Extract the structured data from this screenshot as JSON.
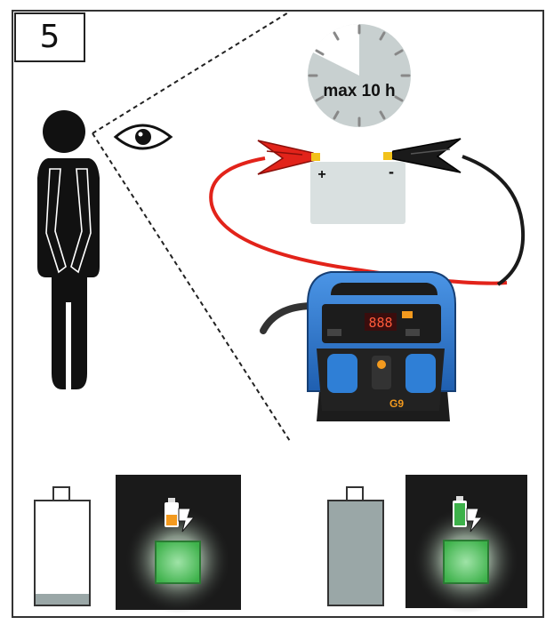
{
  "step": {
    "number": "5"
  },
  "timer": {
    "label": "max 10 h"
  },
  "battery": {
    "plus_label": "+",
    "minus_label": "-"
  },
  "charger": {
    "display_text": "888",
    "brand_mark": "G9"
  },
  "colors": {
    "positive_clamp": "#e2231a",
    "negative_clamp": "#1a1a1a",
    "charger_body": "#2f7fd6",
    "charger_housing": "#1c1c1c",
    "indicator_green": "#3db14a",
    "indicator_orange": "#f39a1e",
    "battery_grey": "#9aa7a7",
    "timer_grey": "#c8d0d0"
  },
  "status_panels": [
    {
      "battery_state": "empty",
      "indicator": "charging-orange"
    },
    {
      "battery_state": "full",
      "indicator": "charged-green"
    }
  ]
}
